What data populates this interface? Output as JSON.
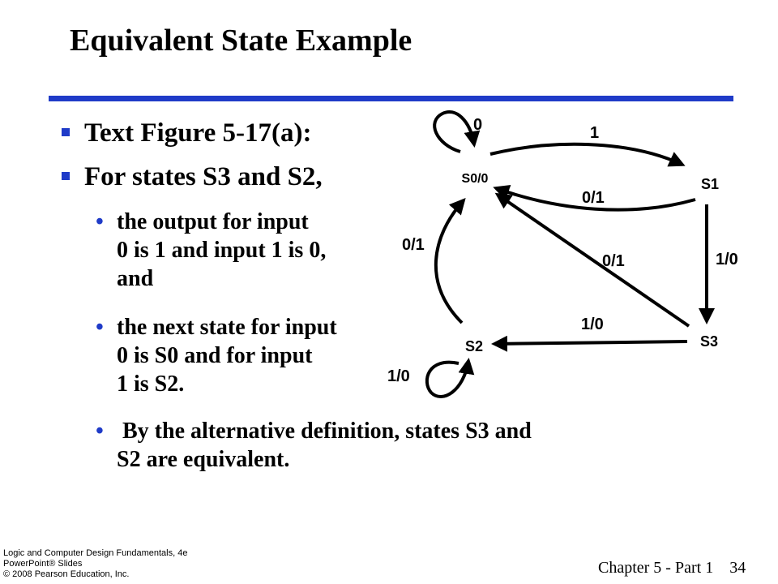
{
  "slide": {
    "title": "Equivalent State Example",
    "bullets": [
      {
        "text": "Text Figure 5-17(a):"
      },
      {
        "text": "For states S3 and S2,"
      }
    ],
    "sub_bullets": [
      {
        "lines": [
          "the output for input",
          "0 is 1 and input 1 is 0,",
          "and"
        ]
      },
      {
        "lines": [
          "the next state for input",
          "0 is S0 and for input",
          "1 is  S2."
        ]
      },
      {
        "lines": [
          " By the alternative definition, states S3 and",
          "S2 are equivalent."
        ]
      }
    ],
    "bullet_glyph": "•"
  },
  "diagram": {
    "states": [
      {
        "id": "S0",
        "label": "S0/0"
      },
      {
        "id": "S1",
        "label": "S1"
      },
      {
        "id": "S2",
        "label": "S2"
      },
      {
        "id": "S3",
        "label": "S3"
      }
    ],
    "edges": [
      {
        "from": "S0",
        "to": "S0",
        "label": "0"
      },
      {
        "from": "S0",
        "to": "S1",
        "label": "1"
      },
      {
        "from": "S1",
        "to": "S0",
        "label": "0/1"
      },
      {
        "from": "S1",
        "to": "S3",
        "label": "1/0"
      },
      {
        "from": "S3",
        "to": "S0",
        "label": "0/1"
      },
      {
        "from": "S3",
        "to": "S2",
        "label": "1/0"
      },
      {
        "from": "S2",
        "to": "S0",
        "label": "0/1"
      },
      {
        "from": "S2",
        "to": "S2",
        "label": "1/0"
      }
    ],
    "colors": {
      "stroke": "#000000",
      "rule": "#1f3bc8",
      "bullet": "#1f3bc8"
    }
  },
  "footer": {
    "left_lines": [
      "Logic and Computer Design Fundamentals, 4e",
      "PowerPoint® Slides",
      "© 2008 Pearson Education, Inc."
    ],
    "right": "Chapter 5 - Part 1    34"
  }
}
